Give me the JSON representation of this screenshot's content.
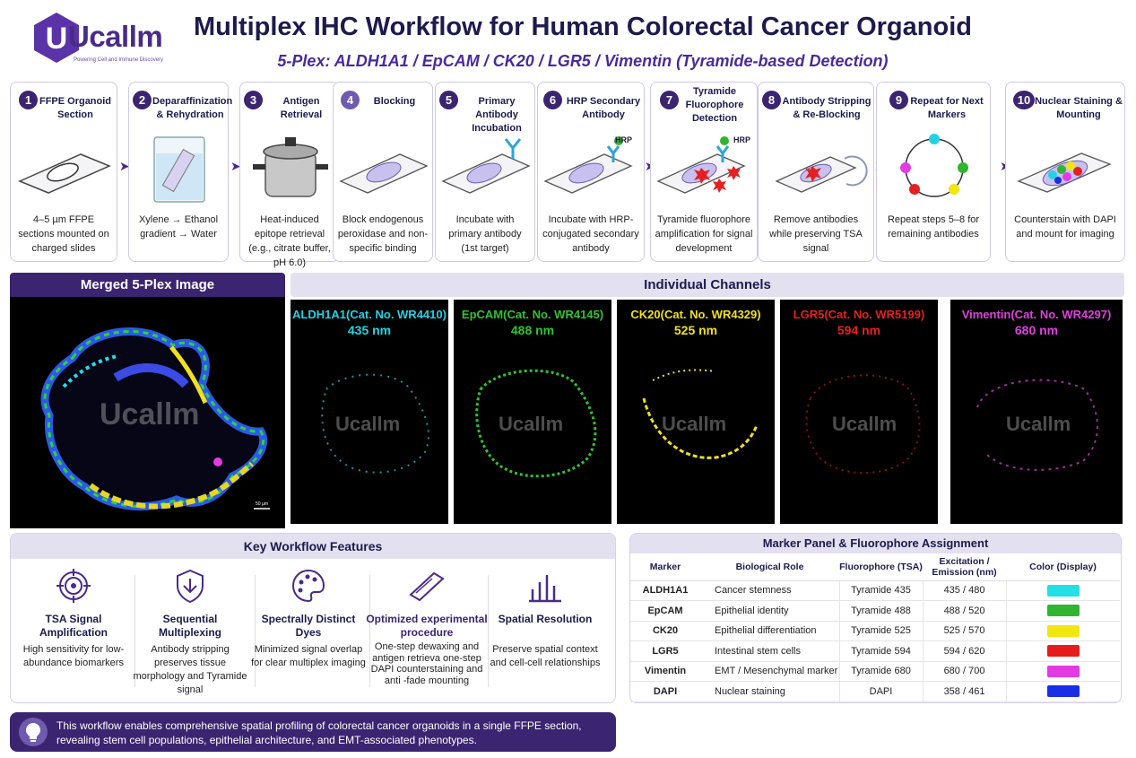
{
  "logo": {
    "text": "Ucallm",
    "tagline": "Powering Cell and Immune Discovery"
  },
  "header": {
    "title": "Multiplex IHC Workflow for Human Colorectal Cancer Organoid",
    "subtitle": "5-Plex: ALDH1A1 / EpCAM / CK20 / LGR5 / Vimentin (Tyramide-based Detection)"
  },
  "steps": [
    {
      "num": "1",
      "title": "FFPE Organoid Section",
      "desc": "4–5 µm FFPE sections mounted on charged slides"
    },
    {
      "num": "2",
      "title": "Deparaffinization & Rehydration",
      "desc": "Xylene → Ethanol gradient → Water"
    },
    {
      "num": "3",
      "title": "Antigen Retrieval",
      "desc": "Heat-induced epitope retrieval (e.g., citrate buffer, pH 6.0)"
    },
    {
      "num": "4",
      "title": "Blocking",
      "desc": "Block endogenous peroxidase and non-specific binding"
    },
    {
      "num": "5",
      "title": "Primary Antibody Incubation",
      "desc": "Incubate with primary antibody (1st target)"
    },
    {
      "num": "6",
      "title": "HRP Secondary Antibody",
      "desc": "Incubate with HRP-conjugated secondary antibody",
      "tag": "HRP"
    },
    {
      "num": "7",
      "title": "Tyramide Fluorophore Detection",
      "desc": "Tyramide fluorophore amplification for signal development",
      "tag": "HRP"
    },
    {
      "num": "8",
      "title": "Antibody Stripping & Re-Blocking",
      "desc": "Remove antibodies while preserving TSA signal"
    },
    {
      "num": "9",
      "title": "Repeat for Next Markers",
      "desc": "Repeat steps 5–8 for remaining antibodies"
    },
    {
      "num": "10",
      "title": "Nuclear Staining & Mounting",
      "desc": "Counterstain with DAPI and mount for imaging"
    }
  ],
  "images": {
    "merged_title": "Merged 5-Plex Image",
    "individual_title": "Individual Channels",
    "watermark": "Ucallm",
    "scale_label": "50 µm",
    "channels": [
      {
        "label": "ALDH1A1(Cat. No. WR4410)",
        "nm": "435 nm",
        "color": "#22d3e6"
      },
      {
        "label": "EpCAM(Cat. No. WR4145)",
        "nm": "488 nm",
        "color": "#2fc42f"
      },
      {
        "label": "CK20(Cat. No. WR4329)",
        "nm": "525 nm",
        "color": "#f0e020"
      },
      {
        "label": "LGR5(Cat. No. WR5199)",
        "nm": "594 nm",
        "color": "#e52020"
      },
      {
        "label": "Vimentin(Cat. No. WR4297)",
        "nm": "680 nm",
        "color": "#e040e0"
      }
    ]
  },
  "features": {
    "title": "Key Workflow Features",
    "items": [
      {
        "icon": "target-icon",
        "title": "TSA Signal Amplification",
        "desc": "High sensitivity for low-abundance biomarkers"
      },
      {
        "icon": "shield-down-icon",
        "title": "Sequential Multiplexing",
        "desc": "Antibody stripping preserves tissue morphology and Tyramide signal"
      },
      {
        "icon": "palette-icon",
        "title": "Spectrally Distinct Dyes",
        "desc": "Minimized signal overlap for clear multiplex imaging"
      },
      {
        "icon": "slide-icon",
        "title": "Optimized experimental procedure",
        "desc": "One-step dewaxing and antigen retrieva one-step DAPI counterstaining and anti -fade mounting"
      },
      {
        "icon": "bar-chart-icon",
        "title": "Spatial Resolution",
        "desc": "Preserve spatial context and cell-cell relationships"
      }
    ]
  },
  "marker_table": {
    "title": "Marker Panel & Fluorophore Assignment",
    "headers": [
      "Marker",
      "Biological Role",
      "Fluorophore (TSA)",
      "Excitation / Emission (nm)",
      "Color (Display)"
    ],
    "rows": [
      {
        "marker": "ALDH1A1",
        "role": "Cancer stemness",
        "fluor": "Tyramide 435",
        "exem": "435 / 480",
        "color": "#22e0e6"
      },
      {
        "marker": "EpCAM",
        "role": "Epithelial identity",
        "fluor": "Tyramide 488",
        "exem": "488 / 520",
        "color": "#2fb52f"
      },
      {
        "marker": "CK20",
        "role": "Epithelial differentiation",
        "fluor": "Tyramide 525",
        "exem": "525 / 570",
        "color": "#f2e60f"
      },
      {
        "marker": "LGR5",
        "role": "Intestinal stem cells",
        "fluor": "Tyramide 594",
        "exem": "594 / 620",
        "color": "#e61c1c"
      },
      {
        "marker": "Vimentin",
        "role": "EMT / Mesenchymal marker",
        "fluor": "Tyramide 680",
        "exem": "680 / 700",
        "color": "#e33ae3"
      },
      {
        "marker": "DAPI",
        "role": "Nuclear staining",
        "fluor": "DAPI",
        "exem": "358 / 461",
        "color": "#1a2ee6"
      }
    ]
  },
  "footer": {
    "text": "This workflow enables comprehensive spatial profiling of colorectal cancer organoids in a single FFPE section, revealing stem cell populations, epithelial architecture, and EMT-associated phenotypes."
  }
}
